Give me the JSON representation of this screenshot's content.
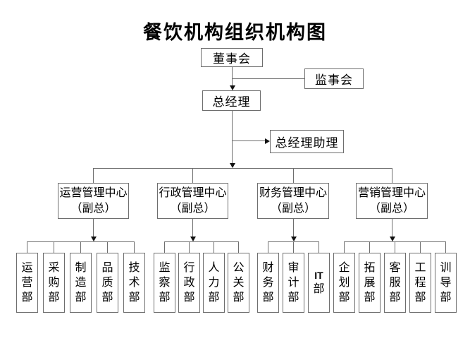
{
  "title": "餐饮机构组织机构图",
  "top_nodes": {
    "board": "董事会",
    "supervisory": "监事会",
    "general_manager": "总经理",
    "gm_assistant": "总经理助理"
  },
  "centers": [
    {
      "name": "运营管理中心",
      "deputy": "（副总）",
      "departments": [
        "运营部",
        "采购部",
        "制造部",
        "品质部",
        "技术部"
      ]
    },
    {
      "name": "行政管理中心",
      "deputy": "（副总）",
      "departments": [
        "监察部",
        "行政部",
        "人力部",
        "公关部"
      ]
    },
    {
      "name": "财务管理中心",
      "deputy": "（副总）",
      "departments": [
        "财务部",
        "审计部",
        "IT部"
      ]
    },
    {
      "name": "营销管理中心",
      "deputy": "（副总）",
      "departments": [
        "企划部",
        "拓展部",
        "客服部",
        "工程部",
        "训导部"
      ]
    }
  ],
  "colors": {
    "background": "#ffffff",
    "text": "#000000",
    "border": "#6e6e6e",
    "line": "#6e6e6e",
    "arrow": "#111111"
  }
}
